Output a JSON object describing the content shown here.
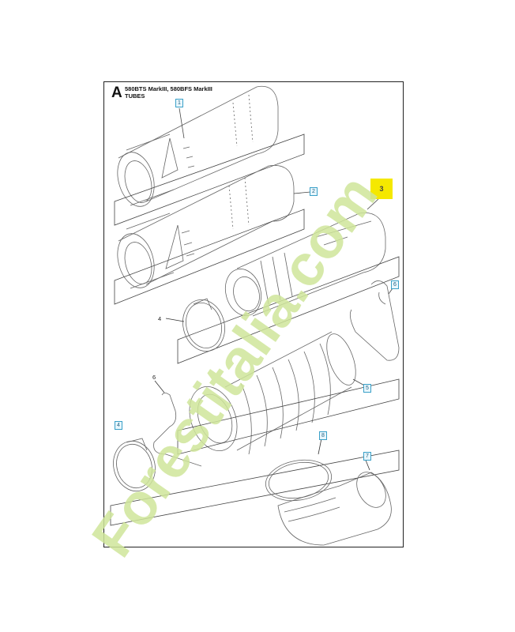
{
  "diagram": {
    "section_letter": "A",
    "header_line1": "580BTS MarkIII, 580BFS MarkIII",
    "header_line2": "TUBES"
  },
  "callouts": {
    "c1": "1",
    "c2": "2",
    "c3": "3",
    "c4": "4",
    "c4b": "4",
    "c5": "5",
    "c6": "6",
    "c6b": "6",
    "c7": "7",
    "c8": "8"
  },
  "watermark": {
    "text": "Forestitalia.com",
    "color": "#cfe59a",
    "accent_color": "#f5b65a",
    "tail_color": "#d6d6cf"
  },
  "colors": {
    "line": "#555555",
    "highlight": "#f5e800",
    "callout_border": "#3aa0c8"
  }
}
